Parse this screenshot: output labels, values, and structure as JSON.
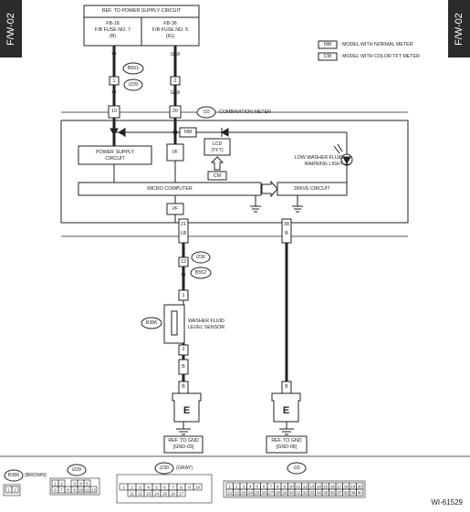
{
  "page_tag": "F/W-02",
  "figure_id": "WI-61529",
  "legend": [
    {
      "code": "NM",
      "text": ": MODEL WITH NORMAL METER"
    },
    {
      "code": "CM",
      "text": ": MODEL WITH COLOR TFT METER"
    }
  ],
  "power_supply": {
    "title": "REF. TO POWER SUPPLY CIRCUIT",
    "fuse_left": [
      "FB-18",
      "F/B FUSE NO. 7",
      "(B)"
    ],
    "fuse_right": [
      "FB-36",
      "F/B FUSE NO. 5",
      "(IG)"
    ]
  },
  "connectors": {
    "b551": "B551",
    "i229": "i229",
    "i10": "i10",
    "i230": "i230",
    "b552": "B552",
    "b386": "B386"
  },
  "wire_colors": {
    "w": "W",
    "gw": "G/W",
    "lb": "LB",
    "b": "B",
    "w_upper": "W"
  },
  "pins": {
    "i229_left": "1",
    "i229_right": "2",
    "i10_left": "10",
    "i10_right": "20",
    "i10_bottom_left": "21",
    "i10_bottom_right": "38",
    "i230_pin": "12",
    "b386_pin1": "1",
    "b386_pin2": "2"
  },
  "meter": {
    "title": "COMBINATION METER",
    "nm": "NM",
    "cm": "CM",
    "power_supply_circuit": [
      "POWER SUPPLY",
      "CIRCUIT"
    ],
    "if_label": "I/F",
    "lcd": [
      "LCD",
      "(TFT)"
    ],
    "warning_light": [
      "LOW WASHER FLUID",
      "WARNING LIGHT"
    ],
    "micro_computer": "MICRO COMPUTER",
    "drive_circuit": "DRIVE CIRCUIT"
  },
  "sensor": [
    "WASHER FLUID",
    "LEVEL SENSOR"
  ],
  "ground_letter": "E",
  "gnd_left": [
    "REF. TO GND",
    "[GND-03]"
  ],
  "gnd_right": [
    "REF. TO GND",
    "[GND-06]"
  ],
  "bottom_connectors": {
    "b386": "B386",
    "b386_color": "(BROWN)",
    "b386_pins": [
      "1",
      "2"
    ],
    "i229": "i229",
    "i229_pins": [
      [
        "1",
        "2",
        "",
        "3",
        "4",
        "5"
      ],
      [
        "6",
        "7",
        "8",
        "9",
        "10",
        "11",
        "12"
      ]
    ],
    "i230": "i230",
    "i230_color": "(GRAY)",
    "i230_pins": [
      [
        "1",
        "2",
        "3",
        "4",
        "5",
        "6",
        "7",
        "8",
        "9",
        "10"
      ],
      [
        "11",
        "12",
        "13",
        "14",
        "15",
        "16",
        "17"
      ]
    ],
    "i10": "i10",
    "i10_pins": [
      [
        "1",
        "2",
        "3",
        "4",
        "5",
        "6",
        "7",
        "8",
        "9",
        "10",
        "11",
        "12",
        "13",
        "14",
        "15",
        "16",
        "17",
        "18",
        "19",
        "20"
      ],
      [
        "21",
        "22",
        "23",
        "24",
        "25",
        "26",
        "27",
        "28",
        "29",
        "30",
        "31",
        "32",
        "33",
        "34",
        "35",
        "36",
        "37",
        "38",
        "39",
        "40"
      ]
    ]
  }
}
